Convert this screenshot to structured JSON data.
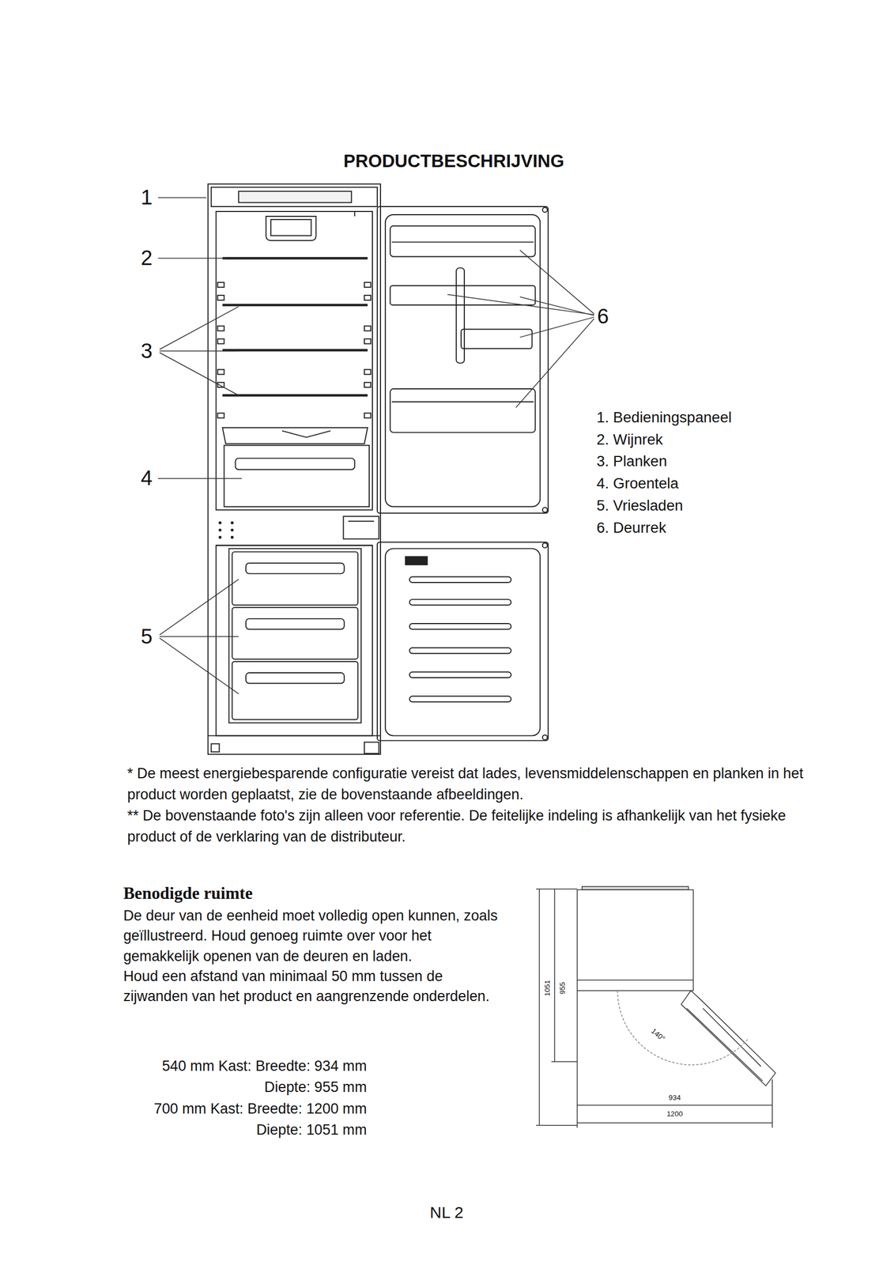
{
  "diagram": {
    "title": "PRODUCTBESCHRIJVING",
    "labels": [
      "1",
      "2",
      "3",
      "4",
      "5",
      "6",
      "1. Bedieningspaneel",
      "2. Wijnrek",
      "3. Planken",
      "4. Groentela",
      "5. Vriesladen",
      "6. Deurrek",
      "* De meest energiebesparende configuratie vereist dat lades, levensmiddelenschappen en planken in het product worden geplaatst, zie de bovenstaande afbeeldingen.",
      "** De bovenstaande foto's zijn alleen voor referentie. De feitelijke indeling is afhankelijk van het fysieke product of de verklaring van de distributeur.",
      "Benodigde ruimte",
      "De deur van de eenheid moet volledig open kunnen, zoals geïllustreerd. Houd genoeg ruimte over voor het gemakkelijk openen van de deuren en laden.",
      "Houd een afstand van minimaal 50 mm tussen de zijwanden van het product en aangrenzende onderdelen.",
      "540 mm Kast: Breedte: 934 mm",
      "Diepte: 955 mm",
      "700 mm Kast: Breedte: 1200 mm",
      "Diepte: 1051 mm",
      "1051",
      "955",
      "140°",
      "934",
      "1200",
      "NL 2"
    ]
  }
}
